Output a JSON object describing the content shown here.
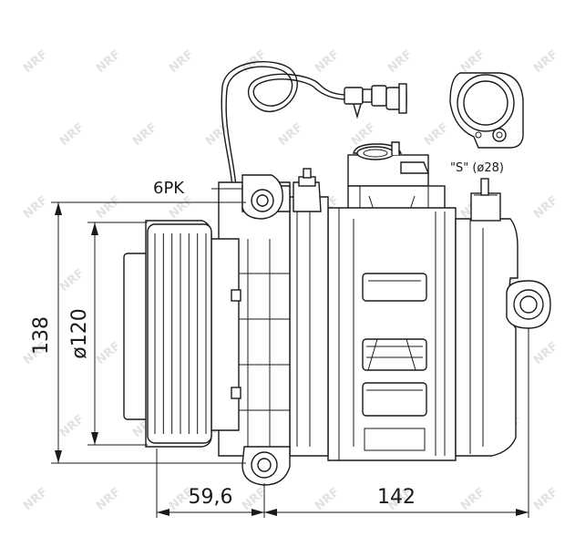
{
  "watermark": {
    "text": "NRF",
    "color": "#e2e2e2"
  },
  "labels": {
    "belt": "6PK",
    "port_note": "\"S\" (ø28)"
  },
  "dimensions": {
    "overall_height": "138",
    "pulley_diameter": "ø120",
    "pulley_offset": "59,6",
    "body_length": "142"
  },
  "colors": {
    "line": "#1a1a1a",
    "background": "#ffffff"
  }
}
